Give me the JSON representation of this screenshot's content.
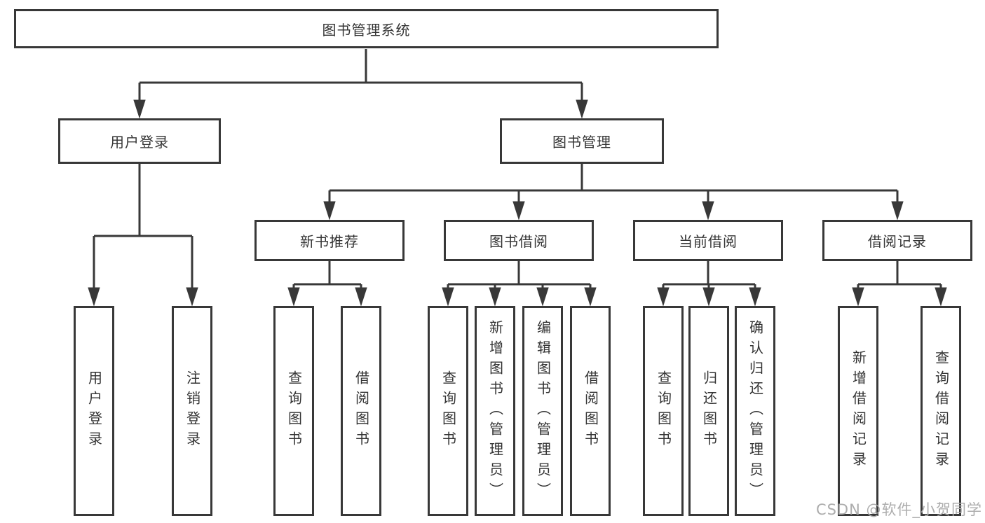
{
  "diagram": {
    "root": {
      "label": "图书管理系统"
    },
    "level2": [
      {
        "id": "user-login",
        "label": "用户登录"
      },
      {
        "id": "book-management",
        "label": "图书管理"
      }
    ],
    "level3": [
      {
        "id": "new-book-recommend",
        "label": "新书推荐",
        "parent": "图书管理"
      },
      {
        "id": "book-borrow",
        "label": "图书借阅",
        "parent": "图书管理"
      },
      {
        "id": "current-borrow",
        "label": "当前借阅",
        "parent": "图书管理"
      },
      {
        "id": "borrow-record",
        "label": "借阅记录",
        "parent": "图书管理"
      }
    ],
    "leaves": [
      {
        "label": "用户登录",
        "parent": "用户登录"
      },
      {
        "label": "注销登录",
        "parent": "用户登录"
      },
      {
        "label": "查询图书",
        "parent": "新书推荐"
      },
      {
        "label": "借阅图书",
        "parent": "新书推荐"
      },
      {
        "label": "查询图书",
        "parent": "图书借阅"
      },
      {
        "label": "新增图书（管理员）",
        "parent": "图书借阅"
      },
      {
        "label": "编辑图书（管理员）",
        "parent": "图书借阅"
      },
      {
        "label": "借阅图书",
        "parent": "图书借阅"
      },
      {
        "label": "查询图书",
        "parent": "当前借阅"
      },
      {
        "label": "归还图书",
        "parent": "当前借阅"
      },
      {
        "label": "确认归还（管理员）",
        "parent": "当前借阅"
      },
      {
        "label": "新增借阅记录",
        "parent": "借阅记录"
      },
      {
        "label": "查询借阅记录",
        "parent": "借阅记录"
      }
    ]
  },
  "watermark": {
    "text": "CSDN @软件_小贺同学"
  },
  "colors": {
    "stroke": "#383838",
    "text": "#333333",
    "watermark": "#adadad",
    "background": "#ffffff"
  }
}
